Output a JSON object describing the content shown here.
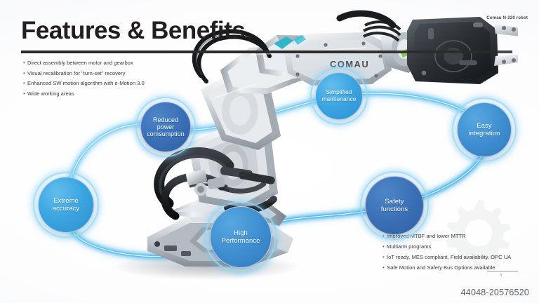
{
  "slide": {
    "title": "Features & Benefits",
    "caption": "Comau N-220 robot",
    "page_number": "3",
    "stock_id": "44048-20576520",
    "accent_color": "#3aa4e0",
    "accent_dark": "#3a6fb5",
    "title_color": "#231f20",
    "robot_brand": "COMAU"
  },
  "bullets_left": [
    "Direct assembly between motor and gearbox",
    "Visual recalibration for \"turn-set\" recovery",
    "Enhanced SW motion algorithm with e-Motion 3.0",
    "Wide working areas"
  ],
  "bullets_right": [
    "Improved MTBF and lower MTTR",
    "Multiarm programs",
    "IoT ready, MES compliant, Field availability, OPC UA",
    "Safe Motion and Safety Bus Options available"
  ],
  "nodes": [
    {
      "id": "reduced",
      "label": "Reduced power comsumption",
      "line1": "Reduced",
      "line2": "power",
      "line3": "comsumption"
    },
    {
      "id": "simplified",
      "label": "Simplified maintenance",
      "line1": "Simplified",
      "line2": "maintenance",
      "line3": ""
    },
    {
      "id": "easy",
      "label": "Easy integration",
      "line1": "Easy",
      "line2": "integration",
      "line3": ""
    },
    {
      "id": "extreme",
      "label": "Extreme accuracy",
      "line1": "Extreme",
      "line2": "accuracy",
      "line3": ""
    },
    {
      "id": "safety",
      "label": "Safety functions",
      "line1": "Safety",
      "line2": "functions",
      "line3": ""
    },
    {
      "id": "high",
      "label": "High Performance",
      "line1": "High",
      "line2": "Performance",
      "line3": ""
    }
  ],
  "watermark": {
    "icon": "gear-icon"
  }
}
